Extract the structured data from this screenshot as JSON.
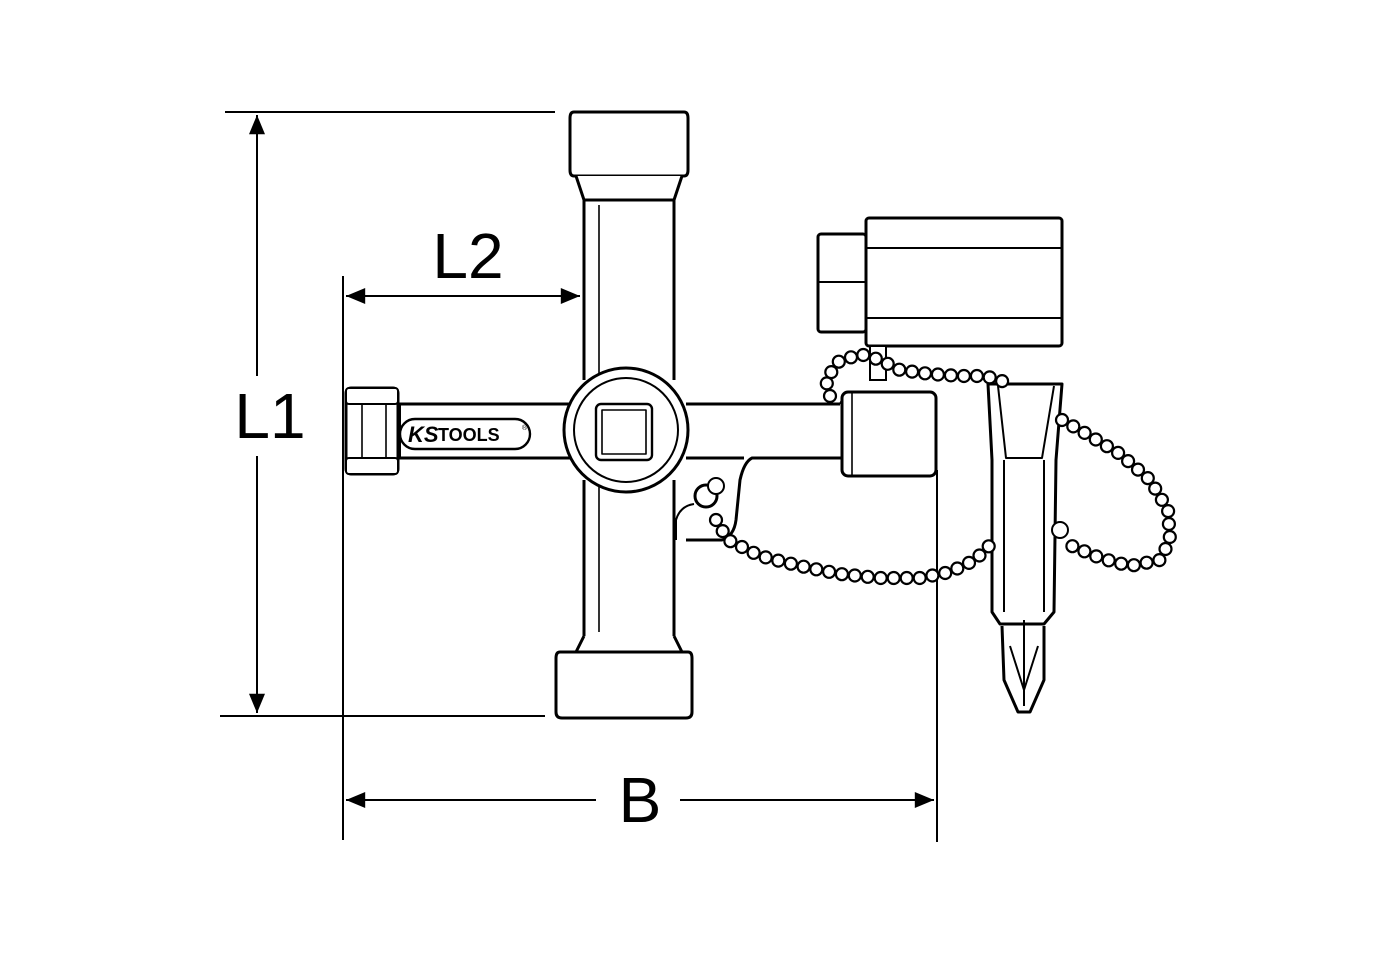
{
  "dimensions": {
    "length_total": "L1",
    "length_arm": "L2",
    "width": "B"
  },
  "brand": {
    "prefix": "KS",
    "suffix": "TOOLS",
    "registered": "®"
  },
  "colors": {
    "line": "#000000",
    "background": "#ffffff"
  }
}
